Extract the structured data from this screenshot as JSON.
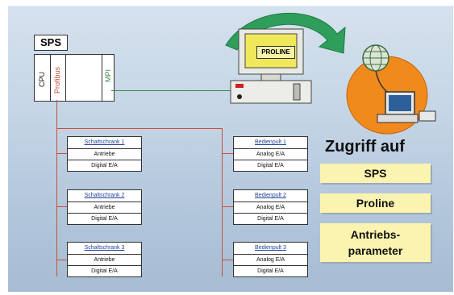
{
  "sps": {
    "title": "SPS",
    "slots": [
      "CPU",
      "Profibus",
      "MPI"
    ]
  },
  "monitor_label": "PROLINE",
  "cabinets": [
    {
      "title": "Schaltschrank 1",
      "rows": [
        "Antriebe",
        "Digital E/A"
      ]
    },
    {
      "title": "Schaltschrank 2",
      "rows": [
        "Antriebe",
        "Digital E/A"
      ]
    },
    {
      "title": "Schaltschrank 3",
      "rows": [
        "Antriebe",
        "Digital E/A"
      ]
    }
  ],
  "panels": [
    {
      "title": "Bedienpult 1",
      "rows": [
        "Analog E/A",
        "Digital E/A"
      ]
    },
    {
      "title": "Bedienpult 2",
      "rows": [
        "Analog E/A",
        "Digital E/A"
      ]
    },
    {
      "title": "Bedienpult 3",
      "rows": [
        "Analog E/A",
        "Digital E/A"
      ]
    }
  ],
  "access": {
    "heading": "Zugriff auf",
    "items": [
      "SPS",
      "Proline",
      "Antriebs-\nparameter"
    ]
  },
  "colors": {
    "profibus_wire": "#c9503a",
    "mpi_wire": "#3b8a4a",
    "arrow": "#2f9e5b",
    "access_box": "#fbf3b0"
  },
  "icons": [
    "computer-icon",
    "globe-icon",
    "curved-arrow-icon"
  ]
}
